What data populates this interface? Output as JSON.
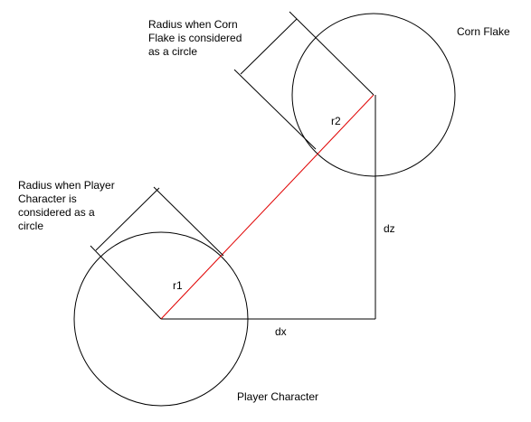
{
  "labels": {
    "corn_flake_radius_note": "Radius when Corn\nFlake is considered\nas a circle",
    "corn_flake": "Corn Flake",
    "player_radius_note": "Radius when Player\nCharacter is\nconsidered as a\ncircle",
    "r1": "r1",
    "r2": "r2",
    "dz": "dz",
    "dx": "dx",
    "player_character": "Player Character"
  },
  "colors": {
    "stroke": "#000000",
    "distance_line": "#e00000",
    "background": "#ffffff"
  }
}
